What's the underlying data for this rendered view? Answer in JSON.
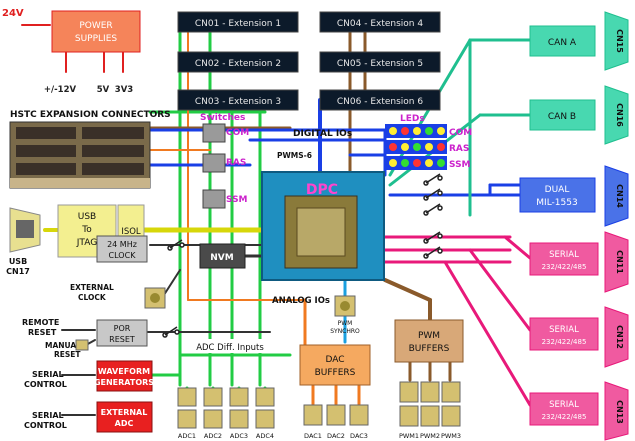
{
  "power": {
    "input": "24V",
    "title_line1": "POWER",
    "title_line2": "SUPPLIES",
    "outputs": [
      "+/-12V",
      "5V",
      "3V3"
    ]
  },
  "cn_boxes": [
    "CN01 - Extension 1",
    "CN02 - Extension 2",
    "CN03 - Extension 3",
    "CN04 - Extension 4",
    "CN05 - Extension 5",
    "CN06 - Extension 6"
  ],
  "hstc_label": "HSTC EXPANSION CONNECTORS",
  "switches_label": "Switches",
  "leds_label": "LEDs",
  "com_label": "COM",
  "ras_label": "RAS",
  "ssm_label": "SSM",
  "digital_ios": "DIGITAL IOs",
  "pwms": "PWMS-6",
  "dpc_label": "DPC",
  "usb": {
    "line1": "USB",
    "line2": "To",
    "line3": "JTAG",
    "isol": "ISOL",
    "cn_line1": "USB",
    "cn_line2": "CN17"
  },
  "nvm": "NVM",
  "clock": {
    "line1": "24 MHz",
    "line2": "CLOCK",
    "ext_line1": "EXTERNAL",
    "ext_line2": "CLOCK"
  },
  "reset": {
    "remote_line1": "REMOTE",
    "remote_line2": "RESET",
    "manual_line1": "MANUAL",
    "manual_line2": "RESET",
    "por_line1": "POR",
    "por_line2": "RESET"
  },
  "analog_ios": "ANALOG IOs",
  "pwm_synchro_line1": "PWM",
  "pwm_synchro_line2": "SYNCHRO",
  "adc_diff": "ADC Diff. Inputs",
  "serial_control": {
    "line1": "SERIAL",
    "line2": "CONTROL"
  },
  "waveform": {
    "line1": "WAVEFORM",
    "line2": "GENERATORS"
  },
  "external_adc": {
    "line1": "EXTERNAL",
    "line2": "ADC"
  },
  "dac_buffers": {
    "line1": "DAC",
    "line2": "BUFFERS"
  },
  "pwm_buffers": {
    "line1": "PWM",
    "line2": "BUFFERS"
  },
  "adc_labels": [
    "ADC1",
    "ADC2",
    "ADC3",
    "ADC4"
  ],
  "dac_labels": [
    "DAC1",
    "DAC2",
    "DAC3"
  ],
  "pwm_labels": [
    "PWM1",
    "PWM2",
    "PWM3"
  ],
  "right_boxes": [
    {
      "line1": "CAN A",
      "line2": "",
      "cn": "CN15"
    },
    {
      "line1": "CAN B",
      "line2": "",
      "cn": "CN16"
    },
    {
      "line1": "DUAL",
      "line2": "MIL-1553",
      "cn": "CN14"
    },
    {
      "line1": "SERIAL",
      "line2": "232/422/485",
      "cn": "CN11"
    },
    {
      "line1": "SERIAL",
      "line2": "232/422/485",
      "cn": "CN12"
    },
    {
      "line1": "SERIAL",
      "line2": "232/422/485",
      "cn": "CN13"
    }
  ],
  "colors": {
    "green": "#22cc44",
    "teal": "#1fbf8f",
    "blue": "#1a3fe6",
    "pink": "#e8197a",
    "brown": "#8a5a2b",
    "orange": "#f07a20",
    "yellow": "#d7d70a",
    "red": "#e02020",
    "cyan": "#1aa0e0"
  }
}
